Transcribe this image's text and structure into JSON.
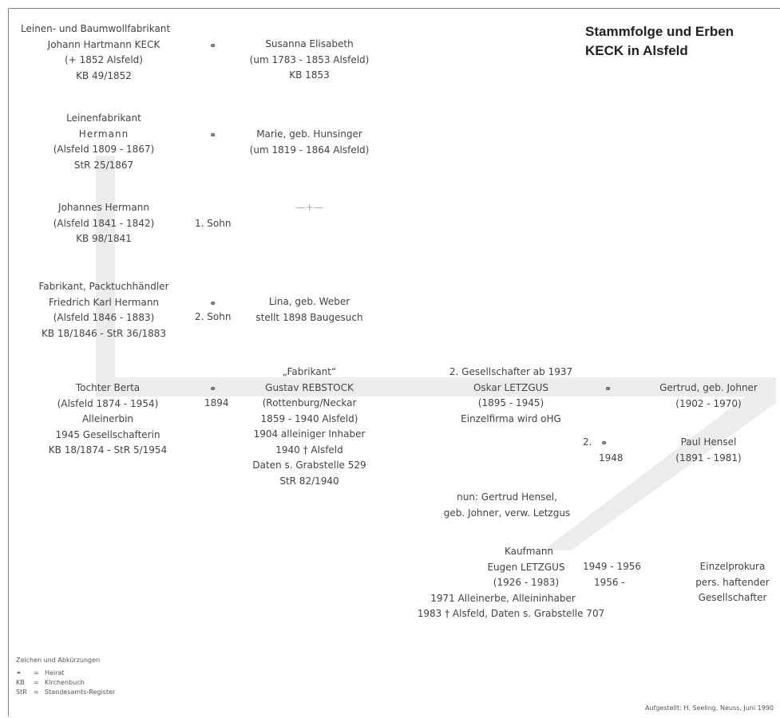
{
  "title": {
    "line1": "Stammfolge und Erben",
    "line2": "KECK in Alsfeld"
  },
  "marriage_symbol": "⚭",
  "gen1": {
    "lines": [
      "Leinen- und Baumwollfabrikant",
      "Johann Hartmann KECK",
      "(+ 1852 Alsfeld)",
      "KB 49/1852"
    ],
    "spouse": [
      "Susanna Elisabeth",
      "(um 1783 - 1853 Alsfeld)",
      "KB 1853"
    ]
  },
  "gen2": {
    "lines": [
      "Leinenfabrikant",
      "Hermann",
      "(Alsfeld 1809 - 1867)",
      "StR 25/1867"
    ],
    "spouse": [
      "Marie, geb. Hunsinger",
      "(um 1819 - 1864 Alsfeld)"
    ]
  },
  "gen3a": {
    "lines": [
      "Johannes Hermann",
      "(Alsfeld 1841 - 1842)",
      "KB 98/1841"
    ],
    "son": "1. Sohn",
    "spouse": "—+—"
  },
  "gen3b": {
    "lines": [
      "Fabrikant, Packtuchhändler",
      "Friedrich Karl Hermann",
      "(Alsfeld 1846 - 1883)",
      "KB 18/1846 - StR 36/1883"
    ],
    "son": "2. Sohn",
    "spouse": [
      "Lina, geb. Weber",
      "stellt 1898 Baugesuch"
    ]
  },
  "gen4": {
    "berta": [
      "Tochter Berta",
      "(Alsfeld 1874 - 1954)",
      "Alleinerbin",
      "1945 Gesellschafterin",
      "KB 18/1874 - StR 5/1954"
    ],
    "year": "1894",
    "gustav": [
      "„Fabrikant“",
      "Gustav REBSTOCK",
      "(Rottenburg/Neckar",
      "1859 - 1940 Alsfeld)",
      "1904 alleiniger Inhaber",
      "1940 † Alsfeld",
      "Daten s. Grabstelle 529",
      "StR 82/1940"
    ]
  },
  "oskar": [
    "2. Gesellschafter ab 1937",
    "Oskar LETZGUS",
    "(1895 - 1945)",
    "Einzelfirma wird oHG"
  ],
  "gertrud": [
    "Gertrud, geb. Johner",
    "(1902 - 1970)"
  ],
  "second_marriage": {
    "label": "2.",
    "year": "1948"
  },
  "paul": [
    "Paul Hensel",
    "(1891 - 1981)"
  ],
  "now": [
    "nun: Gertrud Hensel,",
    "geb. Johner, verw. Letzgus"
  ],
  "eugen": [
    "Kaufmann",
    "Eugen LETZGUS",
    "(1926 - 1983)",
    "1971 Alleinerbe, Alleininhaber",
    "1983 † Alsfeld, Daten s. Grabstelle 707"
  ],
  "eugen_years": [
    "1949 - 1956",
    "1956 -"
  ],
  "eugen_roles": [
    "Einzelprokura",
    "pers. haftender",
    "Gesellschafter"
  ],
  "legend": {
    "heading": "Zeichen und Abkürzungen",
    "items": [
      {
        "sym": "⚭",
        "desc": "Heirat"
      },
      {
        "sym": "KB",
        "desc": "Kirchenbuch"
      },
      {
        "sym": "StR",
        "desc": "Standesamts-Register"
      }
    ]
  },
  "credit": "Aufgestellt: H. Seeling, Neuss, Juni 1990"
}
